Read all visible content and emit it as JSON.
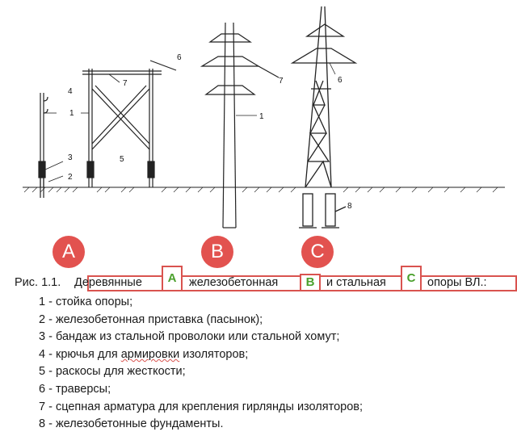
{
  "markers": {
    "a": "A",
    "b": "B",
    "c": "C"
  },
  "figure_numbers": {
    "wood": [
      "4",
      "1",
      "3",
      "2",
      "7",
      "5"
    ],
    "concrete": [
      "6",
      "1",
      "7"
    ],
    "steel": [
      "6",
      "8"
    ]
  },
  "caption": {
    "prefix": "Рис. 1.1.",
    "part1": "Деревянные",
    "box_a": "A",
    "part2": "железобетонная",
    "box_b": "B",
    "part3": "и стальная",
    "box_c": "C",
    "part4": "опоры ВЛ.:"
  },
  "legend": [
    {
      "num": "1",
      "text": "стойка опоры;"
    },
    {
      "num": "2",
      "text": "железобетонная приставка (пасынок);"
    },
    {
      "num": "3",
      "text": "бандаж из стальной проволоки или стальной хомут;"
    },
    {
      "num": "4",
      "text_before": "крючья для ",
      "text_marked": "армировки",
      "text_after": " изоляторов;"
    },
    {
      "num": "5",
      "text": "раскосы для жесткости;"
    },
    {
      "num": "6",
      "text": "траверсы;"
    },
    {
      "num": "7",
      "text": "сцепная арматура для крепления гирлянды изоляторов;"
    },
    {
      "num": "8",
      "text": "железобетонные фундаменты."
    }
  ],
  "colors": {
    "marker": "#e2524f",
    "frame": "#d9534f",
    "box_letter": "#4aa02c"
  }
}
